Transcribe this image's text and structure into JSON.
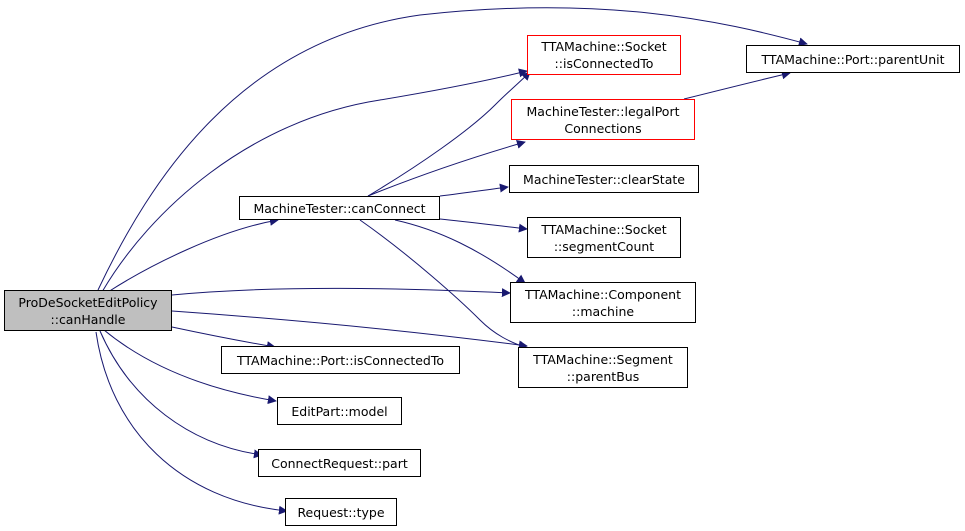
{
  "nodes": {
    "root": {
      "line1": "ProDeSocketEditPolicy",
      "line2": "::canHandle"
    },
    "can_connect": {
      "line1": "MachineTester::canConnect"
    },
    "port_is_connected": {
      "line1": "TTAMachine::Port::isConnectedTo"
    },
    "edit_part_model": {
      "line1": "EditPart::model"
    },
    "connect_req_part": {
      "line1": "ConnectRequest::part"
    },
    "request_type": {
      "line1": "Request::type"
    },
    "socket_is_connected": {
      "line1": "TTAMachine::Socket",
      "line2": "::isConnectedTo"
    },
    "legal_port": {
      "line1": "MachineTester::legalPort",
      "line2": "Connections"
    },
    "clear_state": {
      "line1": "MachineTester::clearState"
    },
    "segment_count": {
      "line1": "TTAMachine::Socket",
      "line2": "::segmentCount"
    },
    "component_machine": {
      "line1": "TTAMachine::Component",
      "line2": "::machine"
    },
    "segment_parent_bus": {
      "line1": "TTAMachine::Segment",
      "line2": "::parentBus"
    },
    "port_parent_unit": {
      "line1": "TTAMachine::Port::parentUnit"
    }
  },
  "colors": {
    "edge": "#191970",
    "root_fill": "#bfbfbf",
    "highlight_border": "#ff0000"
  }
}
